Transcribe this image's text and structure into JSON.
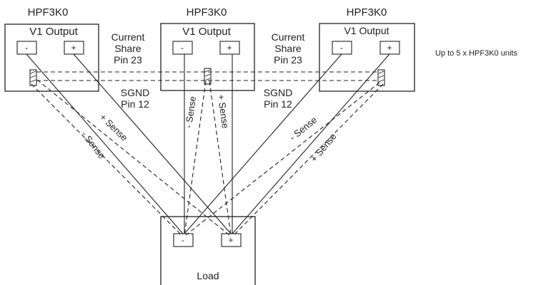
{
  "units": [
    {
      "name": "HPF3K0",
      "output_label": "V1 Output",
      "minus": "-",
      "plus": "+"
    },
    {
      "name": "HPF3K0",
      "output_label": "V1 Output",
      "minus": "-",
      "plus": "+"
    },
    {
      "name": "HPF3K0",
      "output_label": "V1 Output",
      "minus": "-",
      "plus": "+"
    }
  ],
  "current_share": {
    "line1": "Current",
    "line2": "Share",
    "line3": "Pin 23"
  },
  "sgnd": {
    "line1": "SGND",
    "line2": "Pin 12"
  },
  "sense": {
    "plus": "+ Sense",
    "minus": "- Sense"
  },
  "load": {
    "label": "Load",
    "minus": "-",
    "plus": "+"
  },
  "note": "Up to 5 x HPF3K0 units"
}
